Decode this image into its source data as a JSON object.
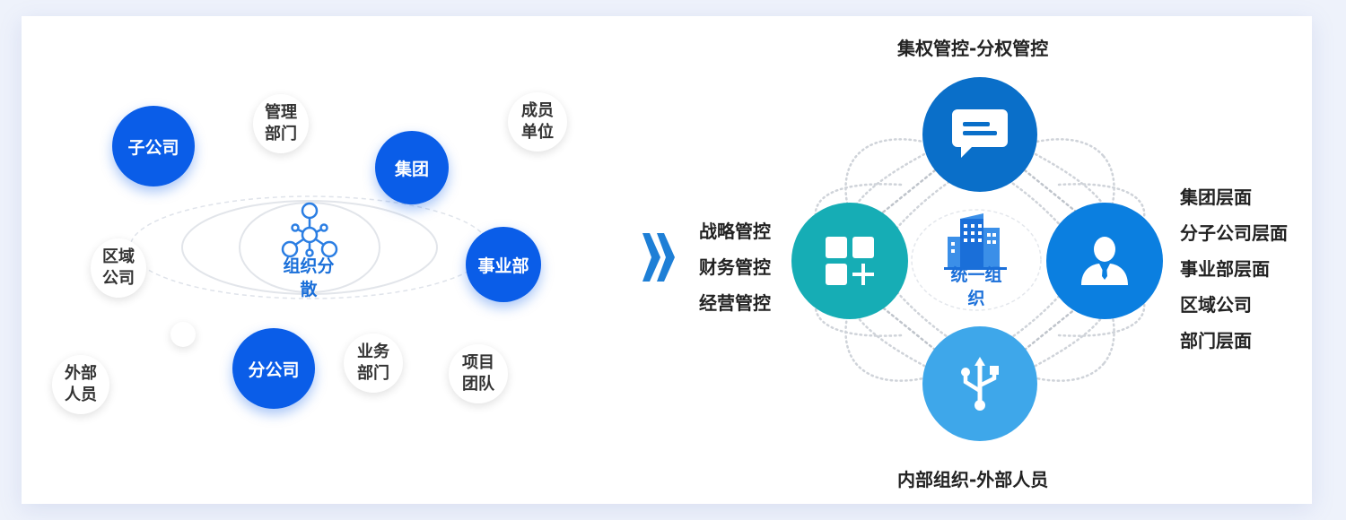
{
  "left": {
    "center_label": "组织分\n散",
    "nodes": {
      "subsidiary": "子公司",
      "mgmt_dept": "管理\n部门",
      "member_unit": "成员\n单位",
      "group": "集团",
      "business_unit": "事业部",
      "region_company": "区域\n公司",
      "branch": "分公司",
      "business_dept": "业务\n部门",
      "project_team": "项目\n团队",
      "external": "外部\n人员"
    }
  },
  "right": {
    "center_label": "统一组\n织",
    "top_label": "集权管控-分权管控",
    "bottom_label": "内部组织-外部人员",
    "left_items": [
      "战略管控",
      "财务管控",
      "经营管控"
    ],
    "right_items": [
      "集团层面",
      "分子公司层面",
      "事业部层面",
      "区域公司",
      "部门层面"
    ]
  },
  "colors": {
    "primary_blue": "#0a5de8",
    "dark_blue": "#0a6fc9",
    "teal": "#16adb5",
    "mid_blue": "#0b7fe0",
    "light_blue": "#3ea7ea",
    "arrow": "#1e7fd6"
  },
  "icons": {
    "left_center": "network-hub-icon",
    "right_center": "office-building-icon",
    "top": "chat-message-icon",
    "left": "apps-grid-add-icon",
    "right": "user-person-icon",
    "bottom": "usb-icon",
    "separator": "double-chevron-right-icon"
  }
}
